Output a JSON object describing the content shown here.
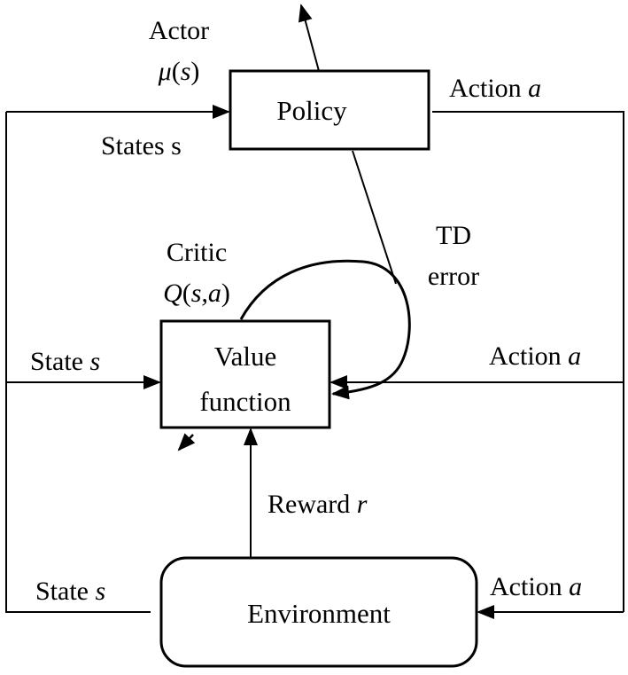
{
  "diagram": {
    "colors": {
      "ink": "#000000",
      "background": "#ffffff"
    },
    "actor": {
      "label": "Actor",
      "math_symbol": "μ",
      "math_open": "(",
      "math_var": "s",
      "math_close": ")"
    },
    "critic": {
      "label": "Critic",
      "math_symbol": "Q",
      "math_open": "(",
      "math_args": "s,a",
      "math_close": ")"
    },
    "nodes": {
      "policy": "Policy",
      "value_function_line1": "Value",
      "value_function_line2": "function",
      "environment": "Environment"
    },
    "edges": {
      "states_to_policy": "States s",
      "policy_action": {
        "text": "Action ",
        "var": "a"
      },
      "state_to_value": {
        "text": "State ",
        "var": "s"
      },
      "action_to_value": {
        "text": "Action ",
        "var": "a"
      },
      "td_error_line1": "TD",
      "td_error_line2": "error",
      "reward": {
        "text": "Reward ",
        "var": "r"
      },
      "env_state": {
        "text": "State ",
        "var": "s"
      },
      "env_action": {
        "text": "Action ",
        "var": "a"
      }
    }
  }
}
